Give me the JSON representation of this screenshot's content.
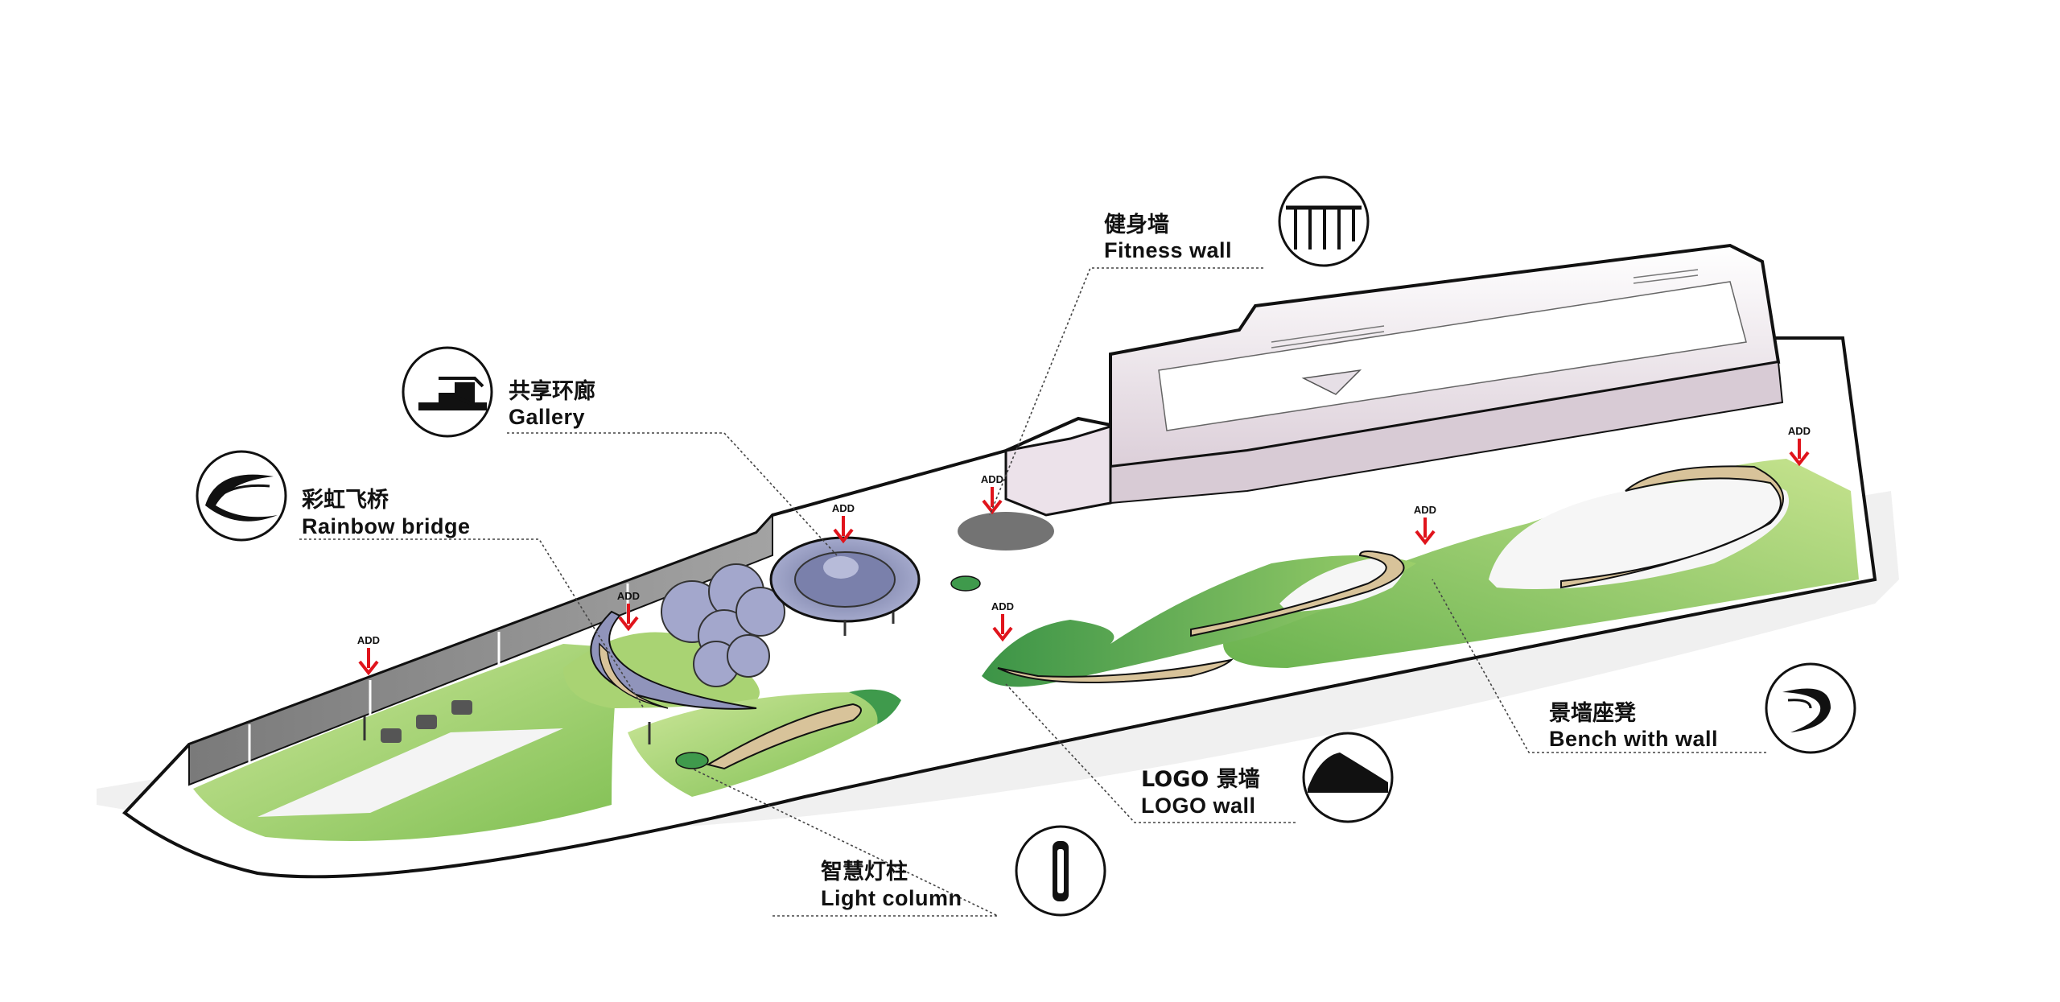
{
  "callouts": {
    "fitness_wall": {
      "zh": "健身墙",
      "en": "Fitness wall",
      "icon": "fitness-wall-icon"
    },
    "gallery": {
      "zh": "共享环廊",
      "en": "Gallery",
      "icon": "gallery-icon"
    },
    "rainbow_bridge": {
      "zh": "彩虹飞桥",
      "en": "Rainbow bridge",
      "icon": "rainbow-bridge-icon"
    },
    "bench_wall": {
      "zh": "景墙座凳",
      "en": "Bench with wall",
      "icon": "bench-wall-icon"
    },
    "logo_wall": {
      "zh": "LOGO 景墙",
      "en": "LOGO wall",
      "icon": "logo-wall-icon"
    },
    "light_column": {
      "zh": "智慧灯柱",
      "en": "Light column",
      "icon": "light-column-icon"
    }
  },
  "markers": {
    "label": "ADD",
    "count": 7,
    "arrow_color": "#e0141c"
  },
  "colors": {
    "lawn_light": "#b9dc7e",
    "lawn_mid": "#8cc65a",
    "lawn_dark": "#3f9a4c",
    "building": "#ece2ea",
    "gallery_blue": "#8e93b9",
    "bench_wood": "#d8c39a",
    "outline": "#111111"
  }
}
